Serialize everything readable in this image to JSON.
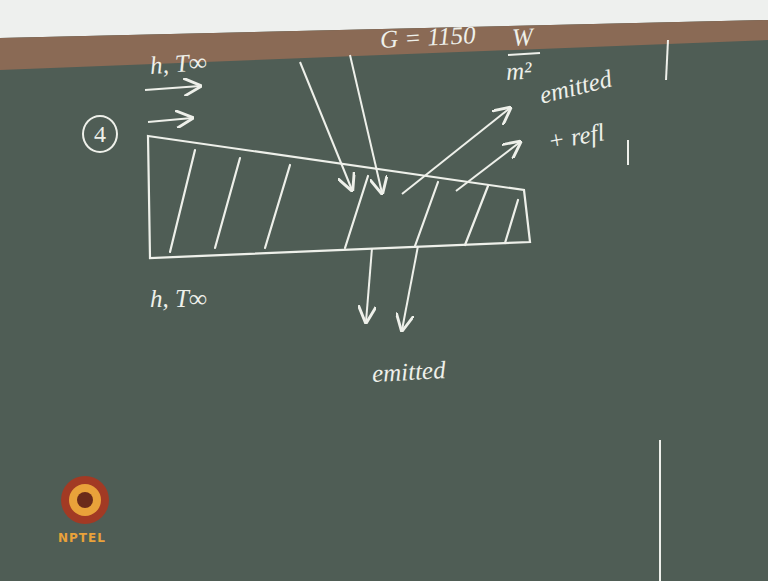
{
  "diagram": {
    "nodes": [
      {
        "text": [
          "4"
        ]
      }
    ],
    "labels": [
      "h, T∞",
      "G = 1150",
      "W",
      "m²",
      "emitted",
      "+ refl",
      "h, T∞",
      "emitted",
      "NPTEL"
    ]
  }
}
